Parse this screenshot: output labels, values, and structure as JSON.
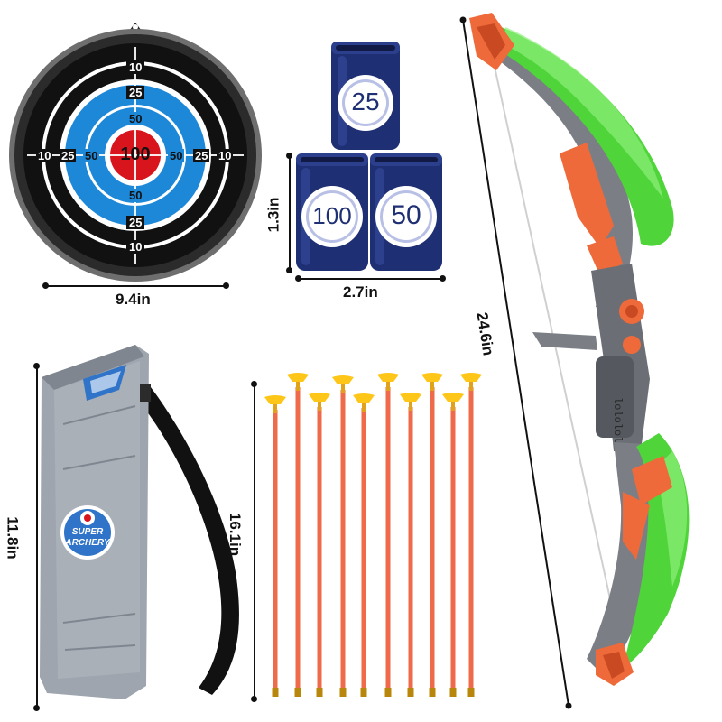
{
  "target": {
    "rings": {
      "outer": "10",
      "second": "25",
      "third": "50",
      "center": "100"
    }
  },
  "dimensions": {
    "target_width": "9.4in",
    "cans_width": "2.7in",
    "cans_height": "1.3in",
    "bow_length": "24.6in",
    "quiver_height": "11.8in",
    "arrow_length": "16.1in"
  },
  "cans": {
    "top": "25",
    "bottom_left": "100",
    "bottom_right": "50"
  },
  "quiver": {
    "logo_text_line1": "SUPER",
    "logo_text_line2": "ARCHERY"
  },
  "colors": {
    "target_black": "#2b2b2b",
    "target_blue": "#1e88d8",
    "target_red": "#d8151c",
    "can_navy": "#1e2f73",
    "bow_green": "#4fd43a",
    "bow_orange": "#ef6a3a",
    "bow_gray": "#7b7f85",
    "arrow_orange": "#ee6a4a",
    "arrow_tip_yellow": "#ffc61a",
    "quiver_gray": "#9ea5ae"
  },
  "arrow_count": 10
}
